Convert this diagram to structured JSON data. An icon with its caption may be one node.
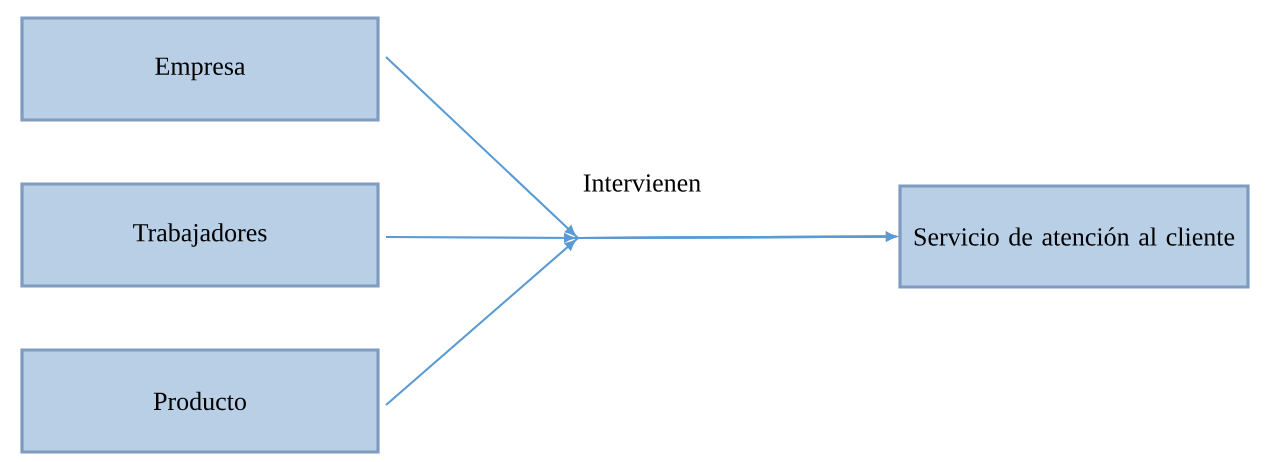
{
  "diagram": {
    "nodes": [
      {
        "text": [
          "Empresa"
        ]
      },
      {
        "text": [
          "Trabajadores"
        ]
      },
      {
        "text": [
          "Producto"
        ]
      },
      {
        "text": [
          "Servicio de atención al cliente"
        ]
      }
    ],
    "edges": [
      {
        "from": 0,
        "to": 3,
        "arrow": "to"
      },
      {
        "from": 1,
        "to": 3,
        "arrow": "to"
      },
      {
        "from": 2,
        "to": 3,
        "arrow": "to"
      }
    ],
    "labels": [
      "Intervienen"
    ]
  }
}
